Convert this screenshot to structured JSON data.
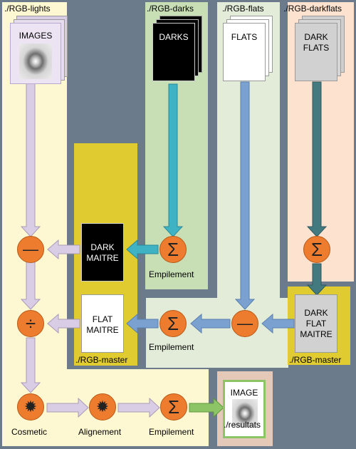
{
  "folders": {
    "lights": "./RGB-lights",
    "darks": "./RGB-darks",
    "flats": "./RGB-flats",
    "darkflats": "./RGB-darkflats",
    "master_left": "./RGB-master",
    "master_right": "./RGB-master",
    "results": "./resultats"
  },
  "cards": {
    "images": "IMAGES",
    "darks": "DARKS",
    "flats": "FLATS",
    "dark_flats": [
      "DARK",
      "FLATS"
    ],
    "dark_maitre": [
      "DARK",
      "MAITRE"
    ],
    "flat_maitre": [
      "FLAT",
      "MAITRE"
    ],
    "dark_flat_maitre": [
      "DARK",
      "FLAT",
      "MAITRE"
    ],
    "image": "IMAGE"
  },
  "operators": {
    "subtract": "—",
    "divide": "÷",
    "sum": "Σ",
    "gear": "✹"
  },
  "captions": {
    "stack_darks": "Empilement",
    "stack_flats": "Empilement",
    "stack_final": "Empilement",
    "cosmetic": "Cosmetic",
    "alignment": "Alignement"
  },
  "colors": {
    "lights_bg": "#fef8d2",
    "darks_bg": "#c8dfb6",
    "flats_bg": "#e2ecd8",
    "darkflats_bg": "#fde3cf",
    "master_bg": "#e0cc30",
    "results_bg": "#e4c9b8",
    "operator": "#ee7c2e",
    "arrow_lavender": "#d9cde6",
    "arrow_teal": "#3fb3c4",
    "arrow_blue": "#7aa1d0",
    "arrow_darkteal": "#427a80",
    "arrow_green": "#8cc466"
  }
}
